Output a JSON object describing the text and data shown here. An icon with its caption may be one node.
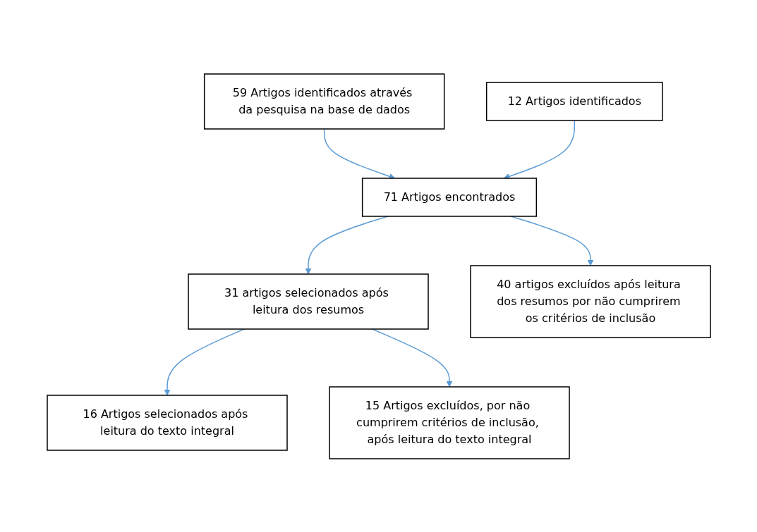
{
  "diagram": {
    "nodes": [
      {
        "text": [
          "59 Artigos identificados através da pesquisa na base de dados"
        ]
      },
      {
        "text": [
          "12 Artigos identificados"
        ]
      },
      {
        "text": [
          "71 Artigos encontrados"
        ]
      },
      {
        "text": [
          "31 artigos selecionados após leitura dos resumos"
        ]
      },
      {
        "text": [
          "40 artigos excluídos após leitura dos resumos por não cumprirem os critérios de inclusão"
        ]
      },
      {
        "text": [
          "16 Artigos selecionados após leitura do texto integral"
        ]
      },
      {
        "text": [
          "15 Artigos excluídos, por não cumprirem critérios de inclusão, após leitura do texto integral"
        ]
      }
    ],
    "edges": [
      {
        "from": 0,
        "to": 2,
        "arrow": "to"
      },
      {
        "from": 1,
        "to": 2,
        "arrow": "to"
      },
      {
        "from": 2,
        "to": 3,
        "arrow": "to"
      },
      {
        "from": 2,
        "to": 4,
        "arrow": "to"
      },
      {
        "from": 3,
        "to": 5,
        "arrow": "to"
      },
      {
        "from": 3,
        "to": 6,
        "arrow": "to"
      }
    ]
  }
}
